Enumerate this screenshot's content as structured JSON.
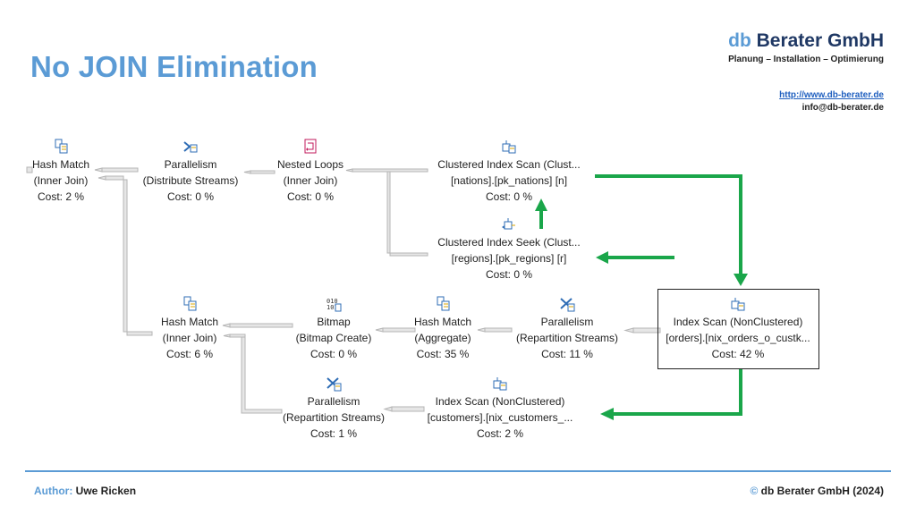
{
  "header": {
    "title": "No JOIN Elimination",
    "brand_db": "db",
    "brand_rest": " Berater GmbH",
    "tagline": "Planung – Installation – Optimierung",
    "url": "http://www.db-berater.de",
    "email": "info@db-berater.de"
  },
  "footer": {
    "author_label": "Author:",
    "author_name": " Uwe Ricken",
    "copyright_symbol": "©",
    "copyright_text": " db Berater GmbH (2024)"
  },
  "plan": {
    "nodes": [
      {
        "id": "hash-match-root",
        "icon": "hash-match-icon",
        "op": "Hash Match",
        "detail": "(Inner Join)",
        "cost": "Cost: 2 %"
      },
      {
        "id": "parallelism-distribute",
        "icon": "parallelism-icon",
        "op": "Parallelism",
        "detail": "(Distribute Streams)",
        "cost": "Cost: 0 %"
      },
      {
        "id": "nested-loops",
        "icon": "nested-loops-icon",
        "op": "Nested Loops",
        "detail": "(Inner Join)",
        "cost": "Cost: 0 %"
      },
      {
        "id": "clustered-index-scan-nations",
        "icon": "index-scan-icon",
        "op": "Clustered Index Scan (Clust...",
        "detail": "[nations].[pk_nations] [n]",
        "cost": "Cost: 0 %"
      },
      {
        "id": "clustered-index-seek-regions",
        "icon": "index-seek-icon",
        "op": "Clustered Index Seek (Clust...",
        "detail": "[regions].[pk_regions] [r]",
        "cost": "Cost: 0 %"
      },
      {
        "id": "hash-match-inner",
        "icon": "hash-match-icon",
        "op": "Hash Match",
        "detail": "(Inner Join)",
        "cost": "Cost: 6 %"
      },
      {
        "id": "bitmap-create",
        "icon": "bitmap-icon",
        "op": "Bitmap",
        "detail": "(Bitmap Create)",
        "cost": "Cost: 0 %"
      },
      {
        "id": "hash-match-aggregate",
        "icon": "hash-match-icon",
        "op": "Hash Match",
        "detail": "(Aggregate)",
        "cost": "Cost: 35 %"
      },
      {
        "id": "parallelism-repartition-orders",
        "icon": "parallelism-icon",
        "op": "Parallelism",
        "detail": "(Repartition Streams)",
        "cost": "Cost: 11 %"
      },
      {
        "id": "index-scan-orders",
        "icon": "index-scan-icon",
        "op": "Index Scan (NonClustered)",
        "detail": "[orders].[nix_orders_o_custk...",
        "cost": "Cost: 42 %"
      },
      {
        "id": "parallelism-repartition-customers",
        "icon": "parallelism-icon",
        "op": "Parallelism",
        "detail": "(Repartition Streams)",
        "cost": "Cost: 1 %"
      },
      {
        "id": "index-scan-customers",
        "icon": "index-scan-icon",
        "op": "Index Scan (NonClustered)",
        "detail": "[customers].[nix_customers_...",
        "cost": "Cost: 2 %"
      }
    ],
    "annotation_color": "#1aa64a",
    "connector_color": "#bdbdbd",
    "title_color": "#5b9bd5"
  }
}
